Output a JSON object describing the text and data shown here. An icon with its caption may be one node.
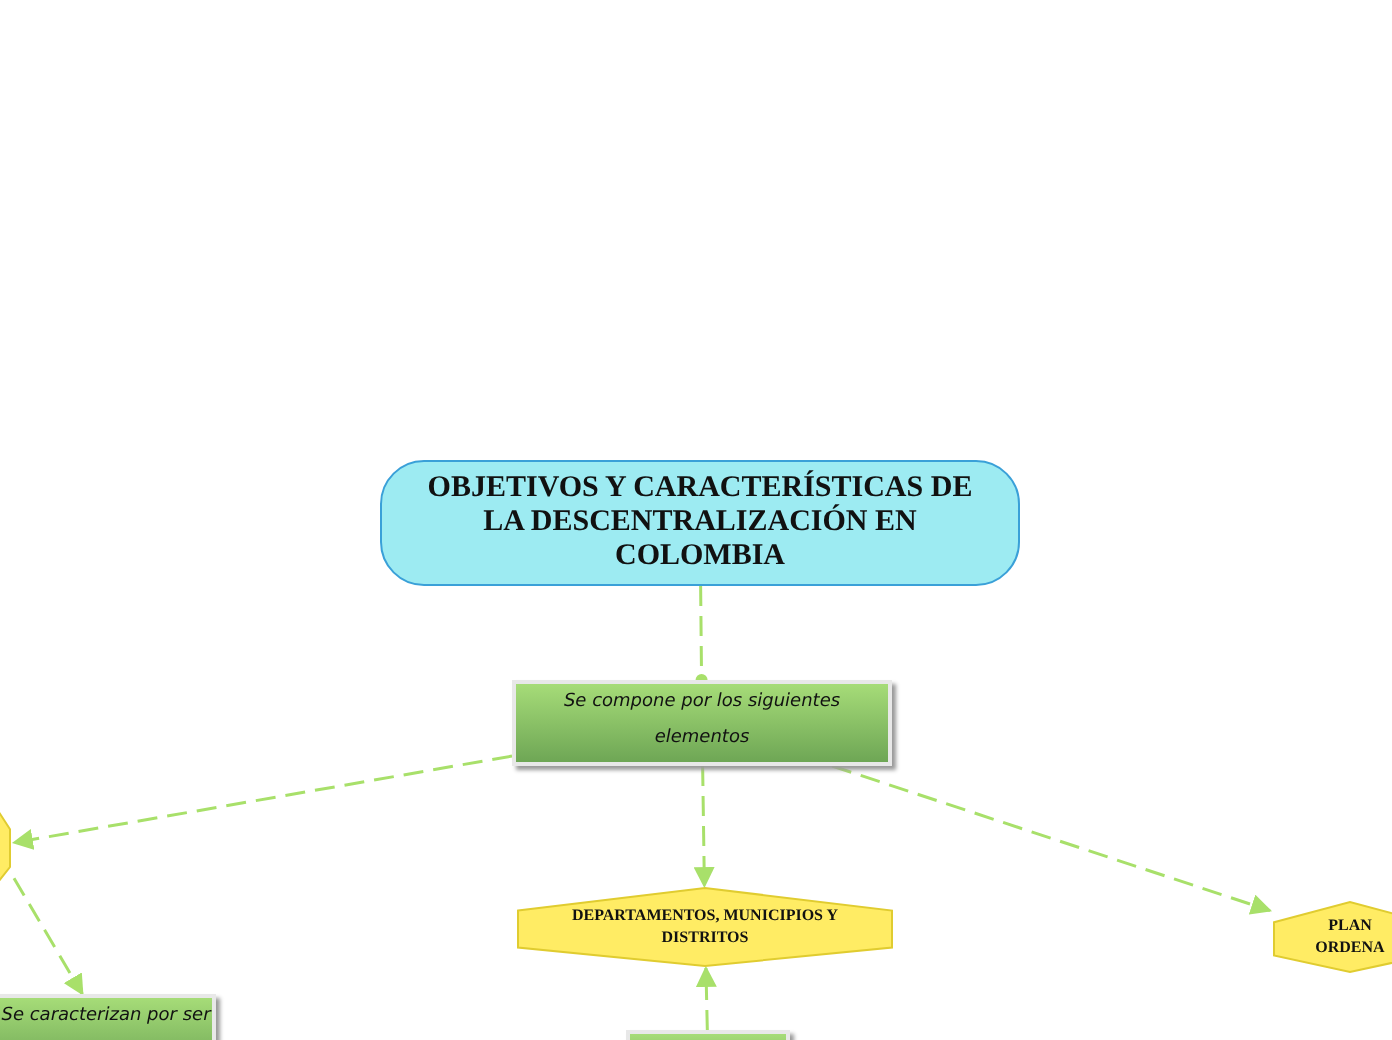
{
  "diagram": {
    "nodes": [
      {
        "text": [
          "OBJETIVOS Y CARACTERÍSTICAS DE LA DESCENTRALIZACIÓN EN COLOMBIA"
        ]
      },
      {
        "text": [
          "Se compone por los siguientes elementos"
        ]
      },
      {
        "text": [],
        "shape": "hexagon"
      },
      {
        "text": [
          "DEPARTAMENTOS, MUNICIPIOS Y DISTRITOS"
        ]
      },
      {
        "text": [
          "PLAN ORDENA"
        ]
      },
      {
        "text": [
          "Se caracterizan por ser"
        ]
      },
      {
        "text": [],
        "shape": "box"
      }
    ],
    "edges": [
      {
        "from": 0,
        "to": 1,
        "arrow": "other",
        "style": "dashed"
      },
      {
        "from": 1,
        "to": 2,
        "arrow": "to",
        "style": "dashed"
      },
      {
        "from": 1,
        "to": 3,
        "arrow": "to",
        "style": "dashed"
      },
      {
        "from": 1,
        "to": 4,
        "arrow": "to",
        "style": "dashed"
      },
      {
        "from": 2,
        "to": 5,
        "arrow": "to",
        "style": "dashed"
      },
      {
        "from": 6,
        "to": 3,
        "arrow": "to",
        "style": "dashed"
      }
    ]
  }
}
